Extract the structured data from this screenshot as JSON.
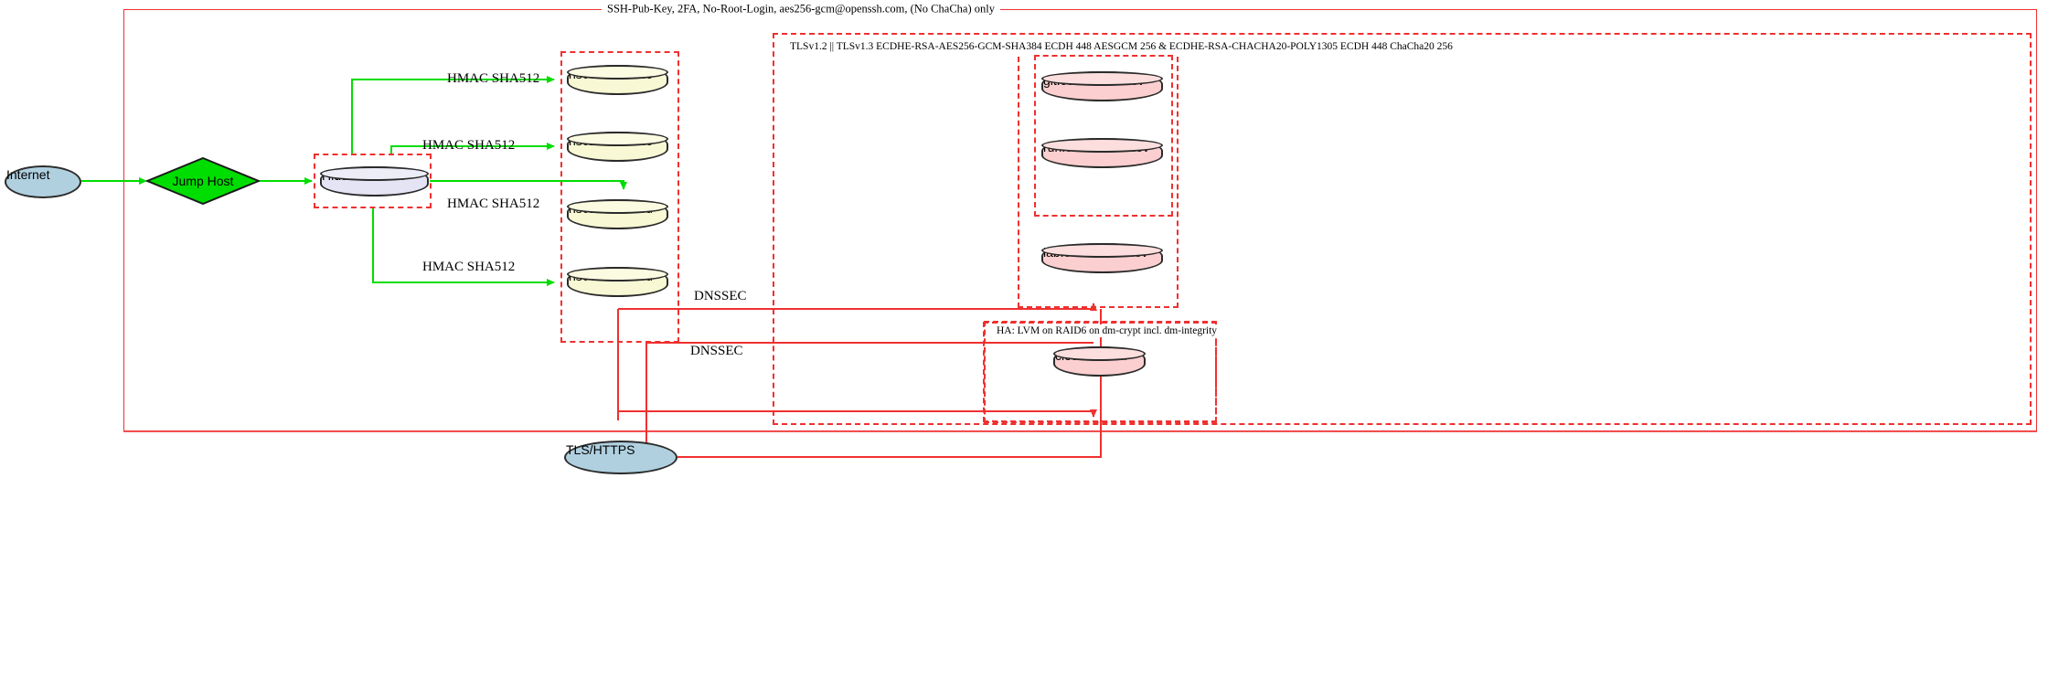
{
  "diagram": {
    "title_label": "SSH-Pub-Key, 2FA, No-Root-Login, aes256-gcm@openssh.com, (No ChaCha) only",
    "tls_cluster_label": "TLSv1.2 || TLSv1.3 ECDHE-RSA-AES256-GCM-SHA384 ECDH 448 AESGCM 256 & ECDHE-RSA-CHACHA20-POLY1305 ECDH 448 ChaCha20 256",
    "ha_cluster_label": "HA: LVM on RAID6 on dm-crypt incl. dm-integrity"
  },
  "nodes": {
    "internet": "Internet",
    "jump_host": "Jump Host",
    "hidden_master": "Hidden-Master",
    "tls_https": "TLS/HTTPS",
    "ns03": "ns03.eddns.de",
    "ns02": "ns02.eddns.de",
    "ns01": "ns01.eddns.eu",
    "ns00": "ns00.eddns.eu",
    "git": "git.coresecret.dev",
    "run": "run.coresecret.dev",
    "lab": "lab.coresecret.dev",
    "cloud": "cloud.e2ee.li"
  },
  "edge_labels": {
    "hmac_ns03": "HMAC SHA512",
    "hmac_ns02": "HMAC SHA512",
    "hmac_ns01": "HMAC SHA512",
    "hmac_ns00": "HMAC SHA512",
    "dnssec_upper": "DNSSEC",
    "dnssec_lower": "DNSSEC"
  },
  "colors": {
    "frame_red": "#f03030",
    "edge_green": "#00dd00",
    "edge_red": "#f03030",
    "ellipse_blue": "#b0d0e0",
    "diamond_green": "#00dd00",
    "cylinder_yellow": "#f8f8d4",
    "cylinder_pink": "#fbcfcf",
    "cylinder_lavender": "#e4e4f4"
  }
}
